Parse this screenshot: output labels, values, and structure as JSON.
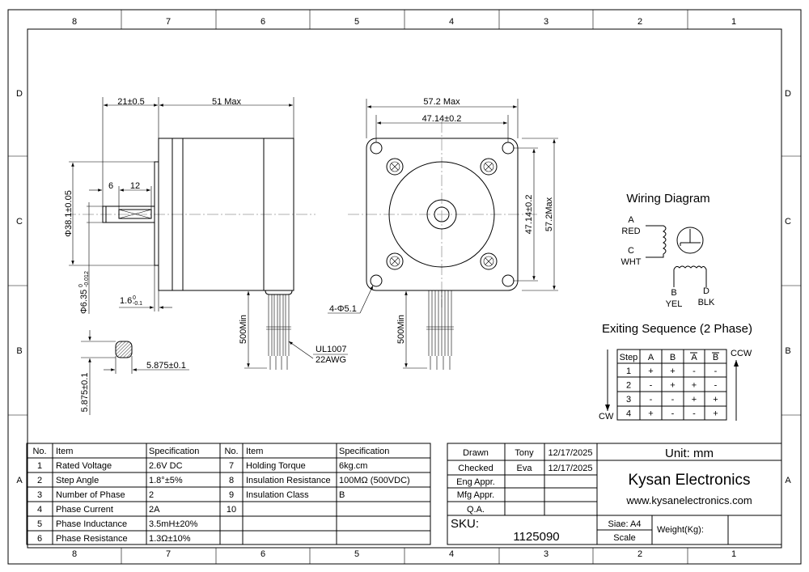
{
  "frame": {
    "zones_numbers": [
      "8",
      "7",
      "6",
      "5",
      "4",
      "3",
      "2",
      "1"
    ],
    "zones_letters": [
      "D",
      "C",
      "B",
      "A"
    ]
  },
  "side_view": {
    "dim_shaft_length": "21±0.5",
    "dim_body_length": "51 Max",
    "dim_6": "6",
    "dim_12": "12",
    "dim_boss_dia": "Φ38.1±0.05",
    "dim_shaft_dia": "Φ6.35",
    "dim_shaft_dia_tol_upper": "0",
    "dim_shaft_dia_tol_lower": "-0.012",
    "dim_boss_height": "1.6",
    "dim_boss_tol_upper": "0",
    "dim_boss_tol_lower": "-0.1",
    "dim_lead_length": "500Min",
    "wire_spec_1": "UL1007",
    "wire_spec_2": "22AWG",
    "dim_flat_h": "5.875±0.1",
    "dim_flat_v": "5.875±0.1"
  },
  "front_view": {
    "dim_width_max": "57.2 Max",
    "dim_hole_spacing_h": "47.14±0.2",
    "dim_hole_spacing_v": "47.14±0.2",
    "dim_height_max": "57.2Max",
    "dim_holes": "4-Φ5.1",
    "dim_lead_length": "500Min"
  },
  "wiring": {
    "title": "Wiring Diagram",
    "a_label": "A",
    "a_color": "RED",
    "c_label": "C",
    "c_color": "WHT",
    "b_label": "B",
    "b_color": "YEL",
    "d_label": "D",
    "d_color": "BLK"
  },
  "sequence": {
    "title": "Exiting Sequence (2 Phase)",
    "ccw": "CCW",
    "cw": "CW",
    "headers": [
      "Step",
      "A",
      "B",
      "A",
      "B"
    ],
    "rows": [
      [
        "1",
        "+",
        "+",
        "-",
        "-"
      ],
      [
        "2",
        "-",
        "+",
        "+",
        "-"
      ],
      [
        "3",
        "-",
        "-",
        "+",
        "+"
      ],
      [
        "4",
        "+",
        "-",
        "-",
        "+"
      ]
    ]
  },
  "spec_table": {
    "headers": [
      "No.",
      "Item",
      "Specification",
      "No.",
      "Item",
      "Specification"
    ],
    "rows": [
      [
        "1",
        "Rated Voltage",
        "2.6V DC",
        "7",
        "Holding Torque",
        "6kg.cm"
      ],
      [
        "2",
        "Step Angle",
        "1.8°±5%",
        "8",
        "Insulation Resistance",
        "100MΩ (500VDC)"
      ],
      [
        "3",
        "Number of Phase",
        "2",
        "9",
        "Insulation Class",
        "B"
      ],
      [
        "4",
        "Phase Current",
        "2A",
        "10",
        "",
        ""
      ],
      [
        "5",
        "Phase Inductance",
        "3.5mH±20%",
        "",
        "",
        ""
      ],
      [
        "6",
        "Phase Resistance",
        "1.3Ω±10%",
        "",
        "",
        ""
      ]
    ]
  },
  "title_block": {
    "rows": [
      [
        "Drawn",
        "Tony",
        "12/17/2025"
      ],
      [
        "Checked",
        "Eva",
        "12/17/2025"
      ],
      [
        "Eng Appr.",
        "",
        ""
      ],
      [
        "Mfg Appr.",
        "",
        ""
      ],
      [
        "Q.A.",
        "",
        ""
      ]
    ],
    "unit": "Unit: mm",
    "company": "Kysan Electronics",
    "website": "www.kysanelectronics.com",
    "sku_label": "SKU:",
    "sku": "1125090",
    "size": "Siae: A4",
    "scale": "Scale",
    "weight": "Weight(Kg):"
  }
}
